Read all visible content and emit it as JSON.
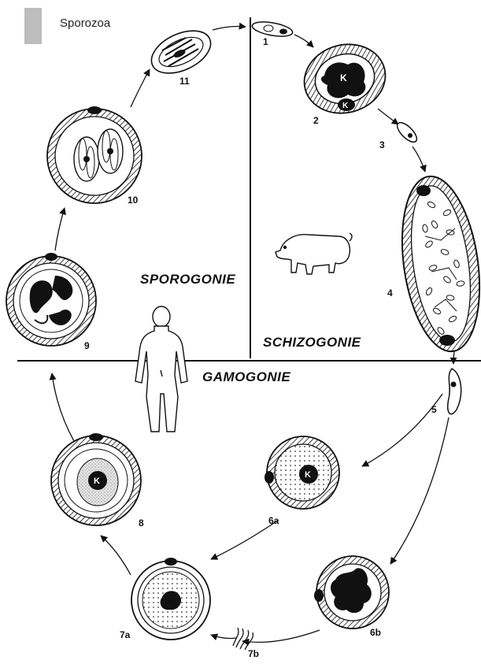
{
  "header": {
    "title": "Sporozoa"
  },
  "phases": {
    "sporogonie": "SPOROGONIE",
    "schizogonie": "SCHIZOGONIE",
    "gamogonie": "GAMOGONIE"
  },
  "stages": {
    "s1": "1",
    "s2": "2",
    "s3": "3",
    "s4": "4",
    "s5": "5",
    "s6a": "6a",
    "s6b": "6b",
    "s7a": "7a",
    "s7b": "7b",
    "s8": "8",
    "s9": "9",
    "s10": "10",
    "s11": "11"
  },
  "nucleus_letter": "K",
  "hosts": {
    "pig": "pig-icon",
    "human": "human-figure-icon"
  },
  "colors": {
    "ink": "#111111",
    "header_bar": "#bdbdbd"
  }
}
